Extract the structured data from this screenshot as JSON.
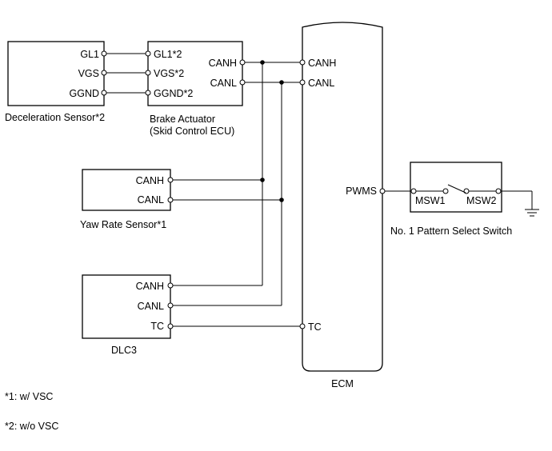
{
  "deceleration_sensor": {
    "name": "Deceleration Sensor*2",
    "pins": [
      "GL1",
      "VGS",
      "GGND"
    ]
  },
  "brake_actuator": {
    "name_line1": "Brake Actuator",
    "name_line2": "(Skid Control ECU)",
    "left_pins": [
      "GL1*2",
      "VGS*2",
      "GGND*2"
    ],
    "right_pins": [
      "CANH",
      "CANL"
    ]
  },
  "ecm": {
    "name": "ECM",
    "left_pins": [
      "CANH",
      "CANL",
      "TC"
    ],
    "right_pins": [
      "PWMS"
    ]
  },
  "yaw_rate_sensor": {
    "name": "Yaw Rate Sensor*1",
    "pins": [
      "CANH",
      "CANL"
    ]
  },
  "dlc3": {
    "name": "DLC3",
    "pins": [
      "CANH",
      "CANL",
      "TC"
    ]
  },
  "pattern_select_switch": {
    "name": "No. 1 Pattern Select Switch",
    "pins": [
      "MSW1",
      "MSW2"
    ]
  },
  "notes": [
    "*1: w/ VSC",
    "*2: w/o VSC"
  ]
}
